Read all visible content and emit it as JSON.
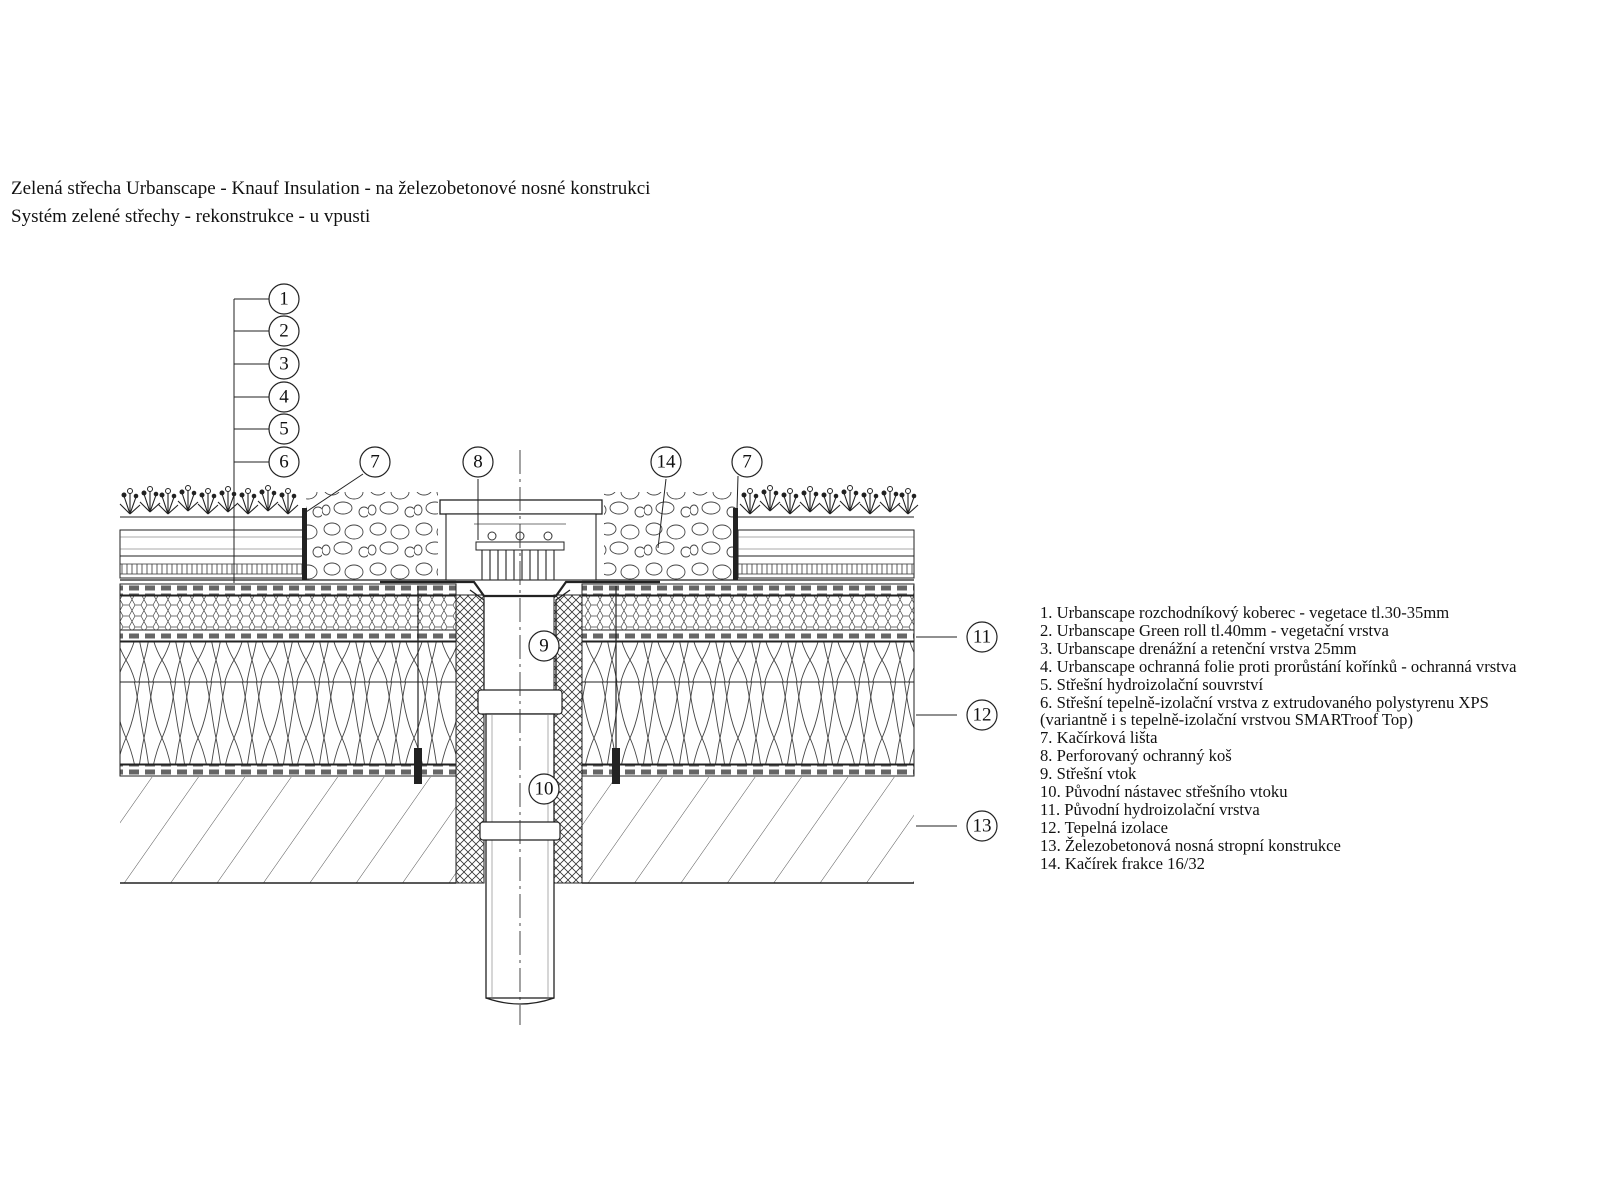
{
  "title": {
    "line1": "Zelená střecha Urbanscape - Knauf Insulation - na železobetonové nosné konstrukci",
    "line2": "Systém zelené střechy - rekonstrukce - u vpusti"
  },
  "callouts": [
    "1",
    "2",
    "3",
    "4",
    "5",
    "6",
    "7",
    "8",
    "14",
    "7",
    "9",
    "10",
    "11",
    "12",
    "13"
  ],
  "legend": [
    "1. Urbanscape rozchodníkový koberec - vegetace tl.30-35mm",
    "2. Urbanscape Green roll tl.40mm - vegetační vrstva",
    "3. Urbanscape drenážní a retenční vrstva 25mm",
    "4. Urbanscape ochranná folie proti prorůstání kořínků - ochranná vrstva",
    "5. Střešní hydroizolační souvrství",
    "6. Střešní tepelně-izolační vrstva z extrudovaného polystyrenu XPS",
    "(variantně i s tepelně-izolační vrstvou SMARTroof Top)",
    "7. Kačírková lišta",
    "8. Perforovaný ochranný koš",
    "9. Střešní vtok",
    "10. Původní nástavec střešního vtoku",
    "11. Původní hydroizolační vrstva",
    "12. Tepelná izolace",
    "13. Železobetonová nosná stropní konstrukce",
    "14. Kačírek frakce 16/32"
  ]
}
